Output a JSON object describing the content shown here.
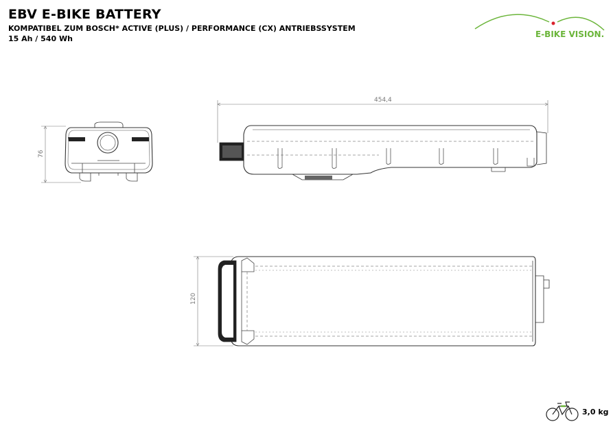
{
  "header": {
    "title": "EBV E-BIKE BATTERY",
    "subtitle": "KOMPATIBEL ZUM BOSCH* ACTIVE (PLUS) / PERFORMANCE (CX) ANTRIEBSSYSTEM",
    "spec": "15 Ah / 540 Wh"
  },
  "logo": {
    "text": "E-BIKE VISION.",
    "color": "#6bb53a",
    "dot_color": "#d9232d"
  },
  "dimensions": {
    "length": "454,4",
    "height": "76",
    "width": "120"
  },
  "footer": {
    "weight": "3,0 kg",
    "icon": "bicycle-icon"
  }
}
